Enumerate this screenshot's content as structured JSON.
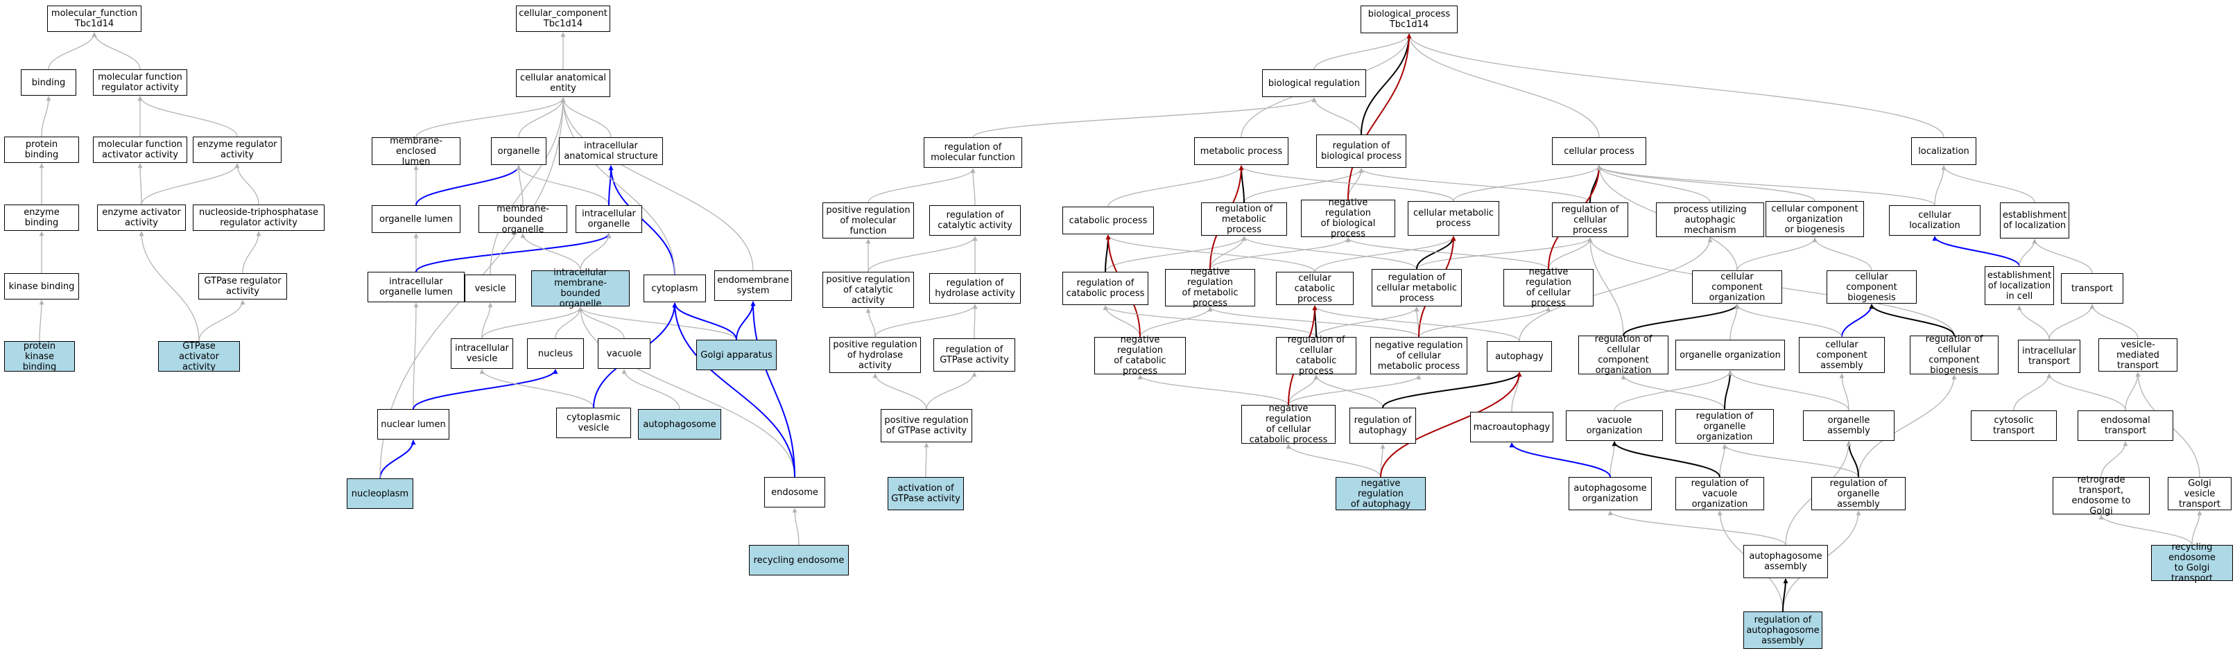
{
  "colors": {
    "background": "#ffffff",
    "node_border": "#000000",
    "highlight_fill": "#add8e6",
    "edge_is_a": "#b3b3b3",
    "edge_part_of": "#0000ff",
    "edge_regulates": "#000000",
    "edge_negatively_regulates": "#aa0000"
  },
  "nodes": [
    {
      "id": "mf",
      "label": "molecular_function\nTbc1d14",
      "highlighted": false
    },
    {
      "id": "binding",
      "label": "binding",
      "highlighted": false
    },
    {
      "id": "mfra",
      "label": "molecular function\nregulator activity",
      "highlighted": false
    },
    {
      "id": "pb",
      "label": "protein binding",
      "highlighted": false
    },
    {
      "id": "mfaa",
      "label": "molecular function\nactivator activity",
      "highlighted": false
    },
    {
      "id": "era",
      "label": "enzyme regulator\nactivity",
      "highlighted": false
    },
    {
      "id": "eb",
      "label": "enzyme binding",
      "highlighted": false
    },
    {
      "id": "eaa",
      "label": "enzyme activator\nactivity",
      "highlighted": false
    },
    {
      "id": "ntra",
      "label": "nucleoside-triphosphatase\nregulator activity",
      "highlighted": false
    },
    {
      "id": "kb",
      "label": "kinase binding",
      "highlighted": false
    },
    {
      "id": "gtpra",
      "label": "GTPase regulator\nactivity",
      "highlighted": false
    },
    {
      "id": "pkb",
      "label": "protein kinase\nbinding",
      "highlighted": true
    },
    {
      "id": "gtpaa",
      "label": "GTPase activator\nactivity",
      "highlighted": true
    },
    {
      "id": "cc",
      "label": "cellular_component\nTbc1d14",
      "highlighted": false
    },
    {
      "id": "cae",
      "label": "cellular anatomical\nentity",
      "highlighted": false
    },
    {
      "id": "mel",
      "label": "membrane-enclosed\nlumen",
      "highlighted": false
    },
    {
      "id": "org",
      "label": "organelle",
      "highlighted": false
    },
    {
      "id": "ias",
      "label": "intracellular\nanatomical structure",
      "highlighted": false
    },
    {
      "id": "ol",
      "label": "organelle lumen",
      "highlighted": false
    },
    {
      "id": "mbo",
      "label": "membrane-bounded\norganelle",
      "highlighted": false
    },
    {
      "id": "io",
      "label": "intracellular\norganelle",
      "highlighted": false
    },
    {
      "id": "iol",
      "label": "intracellular\norganelle lumen",
      "highlighted": false
    },
    {
      "id": "vesicle",
      "label": "vesicle",
      "highlighted": false
    },
    {
      "id": "imbo",
      "label": "intracellular\nmembrane-bounded\norganelle",
      "highlighted": true
    },
    {
      "id": "cyto",
      "label": "cytoplasm",
      "highlighted": false
    },
    {
      "id": "ems",
      "label": "endomembrane\nsystem",
      "highlighted": false
    },
    {
      "id": "iv",
      "label": "intracellular\nvesicle",
      "highlighted": false
    },
    {
      "id": "nuc",
      "label": "nucleus",
      "highlighted": false
    },
    {
      "id": "vac",
      "label": "vacuole",
      "highlighted": false
    },
    {
      "id": "golgi",
      "label": "Golgi apparatus",
      "highlighted": true
    },
    {
      "id": "nl",
      "label": "nuclear lumen",
      "highlighted": false
    },
    {
      "id": "cv",
      "label": "cytoplasmic\nvesicle",
      "highlighted": false
    },
    {
      "id": "autophagosome",
      "label": "autophagosome",
      "highlighted": true
    },
    {
      "id": "nucleoplasm",
      "label": "nucleoplasm",
      "highlighted": true
    },
    {
      "id": "endosome",
      "label": "endosome",
      "highlighted": false
    },
    {
      "id": "re",
      "label": "recycling endosome",
      "highlighted": true
    },
    {
      "id": "bp",
      "label": "biological_process\nTbc1d14",
      "highlighted": false
    },
    {
      "id": "breg",
      "label": "biological regulation",
      "highlighted": false
    },
    {
      "id": "rmf",
      "label": "regulation of\nmolecular function",
      "highlighted": false
    },
    {
      "id": "mp",
      "label": "metabolic process",
      "highlighted": false
    },
    {
      "id": "rbp",
      "label": "regulation of\nbiological process",
      "highlighted": false
    },
    {
      "id": "cp",
      "label": "cellular process",
      "highlighted": false
    },
    {
      "id": "loc",
      "label": "localization",
      "highlighted": false
    },
    {
      "id": "prmf",
      "label": "positive regulation\nof molecular\nfunction",
      "highlighted": false
    },
    {
      "id": "rca",
      "label": "regulation of\ncatalytic activity",
      "highlighted": false
    },
    {
      "id": "catp",
      "label": "catabolic process",
      "highlighted": false
    },
    {
      "id": "rmp",
      "label": "regulation of\nmetabolic process",
      "highlighted": false
    },
    {
      "id": "nrbp",
      "label": "negative regulation\nof biological\nprocess",
      "highlighted": false
    },
    {
      "id": "cmp",
      "label": "cellular metabolic\nprocess",
      "highlighted": false
    },
    {
      "id": "rcp",
      "label": "regulation of\ncellular process",
      "highlighted": false
    },
    {
      "id": "puam",
      "label": "process utilizing\nautophagic mechanism",
      "highlighted": false
    },
    {
      "id": "ccob",
      "label": "cellular component\norganization\nor biogenesis",
      "highlighted": false
    },
    {
      "id": "cloc",
      "label": "cellular localization",
      "highlighted": false
    },
    {
      "id": "eloc",
      "label": "establishment\nof localization",
      "highlighted": false
    },
    {
      "id": "prca",
      "label": "positive regulation\nof catalytic\nactivity",
      "highlighted": false
    },
    {
      "id": "rha",
      "label": "regulation of\nhydrolase activity",
      "highlighted": false
    },
    {
      "id": "rcatp",
      "label": "regulation of\ncatabolic process",
      "highlighted": false
    },
    {
      "id": "nrmp",
      "label": "negative regulation\nof metabolic\nprocess",
      "highlighted": false
    },
    {
      "id": "ccatp",
      "label": "cellular catabolic\nprocess",
      "highlighted": false
    },
    {
      "id": "rcmp",
      "label": "regulation of\ncellular metabolic\nprocess",
      "highlighted": false
    },
    {
      "id": "nrcp",
      "label": "negative regulation\nof cellular\nprocess",
      "highlighted": false
    },
    {
      "id": "cco",
      "label": "cellular component\norganization",
      "highlighted": false
    },
    {
      "id": "ccb",
      "label": "cellular component\nbiogenesis",
      "highlighted": false
    },
    {
      "id": "elc",
      "label": "establishment\nof localization\nin cell",
      "highlighted": false
    },
    {
      "id": "transport",
      "label": "transport",
      "highlighted": false
    },
    {
      "id": "prha",
      "label": "positive regulation\nof hydrolase\nactivity",
      "highlighted": false
    },
    {
      "id": "rgtpa",
      "label": "regulation of\nGTPase activity",
      "highlighted": false
    },
    {
      "id": "nrcatp",
      "label": "negative regulation\nof catabolic\nprocess",
      "highlighted": false
    },
    {
      "id": "rccatp",
      "label": "regulation of\ncellular catabolic\nprocess",
      "highlighted": false
    },
    {
      "id": "nrcmp",
      "label": "negative regulation\nof cellular\nmetabolic process",
      "highlighted": false
    },
    {
      "id": "autophagy",
      "label": "autophagy",
      "highlighted": false
    },
    {
      "id": "rcco",
      "label": "regulation of\ncellular component\norganization",
      "highlighted": false
    },
    {
      "id": "oo",
      "label": "organelle organization",
      "highlighted": false
    },
    {
      "id": "cca",
      "label": "cellular component\nassembly",
      "highlighted": false
    },
    {
      "id": "rccb",
      "label": "regulation of\ncellular component\nbiogenesis",
      "highlighted": false
    },
    {
      "id": "it",
      "label": "intracellular\ntransport",
      "highlighted": false
    },
    {
      "id": "vmt",
      "label": "vesicle-mediated\ntransport",
      "highlighted": false
    },
    {
      "id": "prgtpa",
      "label": "positive regulation\nof GTPase activity",
      "highlighted": false
    },
    {
      "id": "nrccatp",
      "label": "negative regulation\nof cellular\ncatabolic process",
      "highlighted": false
    },
    {
      "id": "raut",
      "label": "regulation of\nautophagy",
      "highlighted": false
    },
    {
      "id": "macro",
      "label": "macroautophagy",
      "highlighted": false
    },
    {
      "id": "vo",
      "label": "vacuole organization",
      "highlighted": false
    },
    {
      "id": "roo",
      "label": "regulation of\norganelle organization",
      "highlighted": false
    },
    {
      "id": "oa",
      "label": "organelle assembly",
      "highlighted": false
    },
    {
      "id": "ct",
      "label": "cytosolic transport",
      "highlighted": false
    },
    {
      "id": "et",
      "label": "endosomal transport",
      "highlighted": false
    },
    {
      "id": "agtpa",
      "label": "activation of\nGTPase activity",
      "highlighted": true
    },
    {
      "id": "nraut",
      "label": "negative regulation\nof autophagy",
      "highlighted": true
    },
    {
      "id": "ao",
      "label": "autophagosome\norganization",
      "highlighted": false
    },
    {
      "id": "rvo",
      "label": "regulation of\nvacuole organization",
      "highlighted": false
    },
    {
      "id": "roa",
      "label": "regulation of\norganelle assembly",
      "highlighted": false
    },
    {
      "id": "rteg",
      "label": "retrograde transport,\nendosome to\nGolgi",
      "highlighted": false
    },
    {
      "id": "gvt",
      "label": "Golgi vesicle\ntransport",
      "highlighted": false
    },
    {
      "id": "aa",
      "label": "autophagosome\nassembly",
      "highlighted": false
    },
    {
      "id": "regtg",
      "label": "recycling endosome\nto Golgi transport",
      "highlighted": true
    },
    {
      "id": "raa",
      "label": "regulation of\nautophagosome\nassembly",
      "highlighted": true
    }
  ],
  "edges": [
    [
      "binding",
      "mf",
      "is_a"
    ],
    [
      "mfra",
      "mf",
      "is_a"
    ],
    [
      "pb",
      "binding",
      "is_a"
    ],
    [
      "mfaa",
      "mfra",
      "is_a"
    ],
    [
      "era",
      "mfra",
      "is_a"
    ],
    [
      "eb",
      "pb",
      "is_a"
    ],
    [
      "eaa",
      "mfaa",
      "is_a"
    ],
    [
      "eaa",
      "era",
      "is_a"
    ],
    [
      "ntra",
      "era",
      "is_a"
    ],
    [
      "kb",
      "eb",
      "is_a"
    ],
    [
      "gtpra",
      "ntra",
      "is_a"
    ],
    [
      "pkb",
      "kb",
      "is_a"
    ],
    [
      "gtpaa",
      "eaa",
      "is_a"
    ],
    [
      "gtpaa",
      "gtpra",
      "is_a"
    ],
    [
      "cae",
      "cc",
      "is_a"
    ],
    [
      "mel",
      "cae",
      "is_a"
    ],
    [
      "org",
      "cae",
      "is_a"
    ],
    [
      "ias",
      "cae",
      "is_a"
    ],
    [
      "ol",
      "mel",
      "is_a"
    ],
    [
      "ol",
      "org",
      "part_of"
    ],
    [
      "mbo",
      "org",
      "is_a"
    ],
    [
      "io",
      "org",
      "is_a"
    ],
    [
      "io",
      "ias",
      "part_of"
    ],
    [
      "iol",
      "ol",
      "is_a"
    ],
    [
      "iol",
      "io",
      "part_of"
    ],
    [
      "vesicle",
      "cae",
      "is_a"
    ],
    [
      "imbo",
      "mbo",
      "is_a"
    ],
    [
      "imbo",
      "io",
      "is_a"
    ],
    [
      "cyto",
      "ias",
      "part_of"
    ],
    [
      "cyto",
      "cae",
      "is_a"
    ],
    [
      "ems",
      "cae",
      "is_a"
    ],
    [
      "iv",
      "vesicle",
      "is_a"
    ],
    [
      "iv",
      "imbo",
      "is_a"
    ],
    [
      "nuc",
      "imbo",
      "is_a"
    ],
    [
      "vac",
      "imbo",
      "is_a"
    ],
    [
      "golgi",
      "imbo",
      "is_a"
    ],
    [
      "golgi",
      "cyto",
      "part_of"
    ],
    [
      "golgi",
      "ems",
      "part_of"
    ],
    [
      "nl",
      "iol",
      "is_a"
    ],
    [
      "nl",
      "nuc",
      "part_of"
    ],
    [
      "cv",
      "iv",
      "is_a"
    ],
    [
      "cv",
      "cyto",
      "part_of"
    ],
    [
      "autophagosome",
      "vac",
      "is_a"
    ],
    [
      "nucleoplasm",
      "nl",
      "part_of"
    ],
    [
      "nucleoplasm",
      "cae",
      "is_a"
    ],
    [
      "endosome",
      "imbo",
      "is_a"
    ],
    [
      "endosome",
      "cyto",
      "part_of"
    ],
    [
      "endosome",
      "ems",
      "part_of"
    ],
    [
      "re",
      "endosome",
      "is_a"
    ],
    [
      "breg",
      "bp",
      "is_a"
    ],
    [
      "rmf",
      "breg",
      "is_a"
    ],
    [
      "mp",
      "bp",
      "is_a"
    ],
    [
      "rbp",
      "breg",
      "is_a"
    ],
    [
      "rbp",
      "bp",
      "regulates"
    ],
    [
      "cp",
      "bp",
      "is_a"
    ],
    [
      "loc",
      "bp",
      "is_a"
    ],
    [
      "prmf",
      "rmf",
      "is_a"
    ],
    [
      "rca",
      "rmf",
      "is_a"
    ],
    [
      "catp",
      "mp",
      "is_a"
    ],
    [
      "rmp",
      "rbp",
      "is_a"
    ],
    [
      "rmp",
      "mp",
      "regulates"
    ],
    [
      "nrbp",
      "rbp",
      "is_a"
    ],
    [
      "nrbp",
      "bp",
      "negatively_regulates"
    ],
    [
      "cmp",
      "mp",
      "is_a"
    ],
    [
      "cmp",
      "cp",
      "is_a"
    ],
    [
      "rcp",
      "rbp",
      "is_a"
    ],
    [
      "rcp",
      "cp",
      "regulates"
    ],
    [
      "puam",
      "cp",
      "is_a"
    ],
    [
      "ccob",
      "cp",
      "is_a"
    ],
    [
      "cloc",
      "loc",
      "is_a"
    ],
    [
      "cloc",
      "cp",
      "is_a"
    ],
    [
      "eloc",
      "loc",
      "is_a"
    ],
    [
      "prca",
      "prmf",
      "is_a"
    ],
    [
      "prca",
      "rca",
      "is_a"
    ],
    [
      "rha",
      "rca",
      "is_a"
    ],
    [
      "rcatp",
      "rmp",
      "is_a"
    ],
    [
      "rcatp",
      "catp",
      "regulates"
    ],
    [
      "nrmp",
      "rmp",
      "is_a"
    ],
    [
      "nrmp",
      "nrbp",
      "is_a"
    ],
    [
      "nrmp",
      "mp",
      "negatively_regulates"
    ],
    [
      "ccatp",
      "catp",
      "is_a"
    ],
    [
      "ccatp",
      "cmp",
      "is_a"
    ],
    [
      "rcmp",
      "rmp",
      "is_a"
    ],
    [
      "rcmp",
      "rcp",
      "is_a"
    ],
    [
      "rcmp",
      "cmp",
      "regulates"
    ],
    [
      "nrcp",
      "rcp",
      "is_a"
    ],
    [
      "nrcp",
      "nrbp",
      "is_a"
    ],
    [
      "nrcp",
      "cp",
      "negatively_regulates"
    ],
    [
      "cco",
      "ccob",
      "is_a"
    ],
    [
      "cco",
      "cp",
      "is_a"
    ],
    [
      "ccb",
      "ccob",
      "is_a"
    ],
    [
      "elc",
      "cloc",
      "part_of"
    ],
    [
      "elc",
      "eloc",
      "is_a"
    ],
    [
      "transport",
      "eloc",
      "is_a"
    ],
    [
      "prha",
      "prca",
      "is_a"
    ],
    [
      "prha",
      "rha",
      "is_a"
    ],
    [
      "rgtpa",
      "rha",
      "is_a"
    ],
    [
      "nrcatp",
      "rcatp",
      "is_a"
    ],
    [
      "nrcatp",
      "nrmp",
      "is_a"
    ],
    [
      "nrcatp",
      "catp",
      "negatively_regulates"
    ],
    [
      "rccatp",
      "rcatp",
      "is_a"
    ],
    [
      "rccatp",
      "rcmp",
      "is_a"
    ],
    [
      "rccatp",
      "ccatp",
      "regulates"
    ],
    [
      "nrcmp",
      "nrmp",
      "is_a"
    ],
    [
      "nrcmp",
      "rcmp",
      "is_a"
    ],
    [
      "nrcmp",
      "nrcp",
      "is_a"
    ],
    [
      "nrcmp",
      "cmp",
      "negatively_regulates"
    ],
    [
      "autophagy",
      "puam",
      "is_a"
    ],
    [
      "autophagy",
      "ccatp",
      "is_a"
    ],
    [
      "rcco",
      "rcp",
      "is_a"
    ],
    [
      "rcco",
      "cco",
      "regulates"
    ],
    [
      "oo",
      "cco",
      "is_a"
    ],
    [
      "cca",
      "ccb",
      "part_of"
    ],
    [
      "cca",
      "cco",
      "is_a"
    ],
    [
      "rccb",
      "rcp",
      "is_a"
    ],
    [
      "rccb",
      "ccb",
      "regulates"
    ],
    [
      "it",
      "elc",
      "is_a"
    ],
    [
      "it",
      "transport",
      "is_a"
    ],
    [
      "vmt",
      "transport",
      "is_a"
    ],
    [
      "prgtpa",
      "prha",
      "is_a"
    ],
    [
      "prgtpa",
      "rgtpa",
      "is_a"
    ],
    [
      "nrccatp",
      "rccatp",
      "is_a"
    ],
    [
      "nrccatp",
      "nrcatp",
      "is_a"
    ],
    [
      "nrccatp",
      "nrcmp",
      "is_a"
    ],
    [
      "nrccatp",
      "ccatp",
      "negatively_regulates"
    ],
    [
      "raut",
      "rccatp",
      "is_a"
    ],
    [
      "raut",
      "autophagy",
      "regulates"
    ],
    [
      "macro",
      "autophagy",
      "is_a"
    ],
    [
      "vo",
      "oo",
      "is_a"
    ],
    [
      "roo",
      "rcco",
      "is_a"
    ],
    [
      "roo",
      "oo",
      "regulates"
    ],
    [
      "oa",
      "oo",
      "is_a"
    ],
    [
      "oa",
      "cca",
      "is_a"
    ],
    [
      "ct",
      "it",
      "is_a"
    ],
    [
      "et",
      "it",
      "is_a"
    ],
    [
      "et",
      "vmt",
      "is_a"
    ],
    [
      "agtpa",
      "prgtpa",
      "is_a"
    ],
    [
      "nraut",
      "raut",
      "is_a"
    ],
    [
      "nraut",
      "nrccatp",
      "is_a"
    ],
    [
      "nraut",
      "autophagy",
      "negatively_regulates"
    ],
    [
      "ao",
      "vo",
      "is_a"
    ],
    [
      "ao",
      "macro",
      "part_of"
    ],
    [
      "rvo",
      "roo",
      "is_a"
    ],
    [
      "rvo",
      "vo",
      "regulates"
    ],
    [
      "roa",
      "roo",
      "is_a"
    ],
    [
      "roa",
      "rccb",
      "is_a"
    ],
    [
      "roa",
      "oa",
      "regulates"
    ],
    [
      "rteg",
      "et",
      "is_a"
    ],
    [
      "gvt",
      "vmt",
      "is_a"
    ],
    [
      "aa",
      "ao",
      "is_a"
    ],
    [
      "aa",
      "oa",
      "is_a"
    ],
    [
      "regtg",
      "rteg",
      "is_a"
    ],
    [
      "regtg",
      "gvt",
      "is_a"
    ],
    [
      "raa",
      "rvo",
      "is_a"
    ],
    [
      "raa",
      "roa",
      "is_a"
    ],
    [
      "raa",
      "aa",
      "regulates"
    ]
  ]
}
